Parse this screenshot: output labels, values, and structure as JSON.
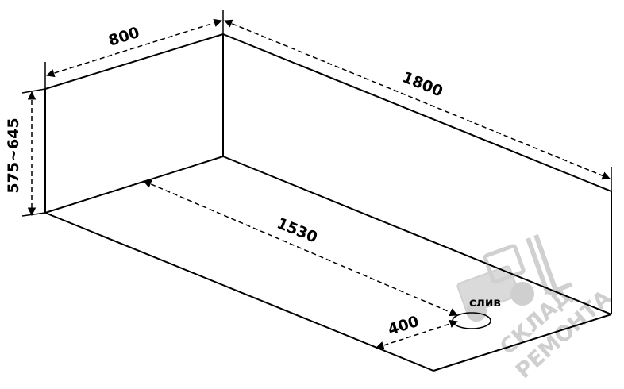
{
  "dimensions": {
    "width": "800",
    "length": "1800",
    "inner_length": "1530",
    "height": "575~645",
    "drain_offset": "400"
  },
  "drain": {
    "label": "слив"
  },
  "watermark": {
    "line1": "СКЛАД",
    "line2": "РЕМОНТА",
    "icon": "forklift-icon"
  }
}
